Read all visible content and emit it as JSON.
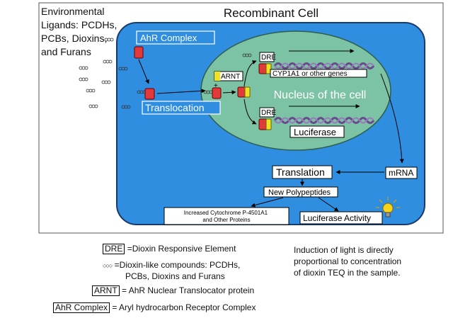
{
  "diagram": {
    "cell_title": "Recombinant Cell",
    "ligands_label": [
      "Environmental",
      "Ligands: PCDHs,",
      "PCBs, Dioxins,",
      "and Furans"
    ],
    "ahr_complex": "AhR Complex",
    "translocation": "Translocation",
    "arnt": "ARNT",
    "dre": "DRE",
    "nucleus_label": "Nucleus of the cell",
    "cyp_label": "CYP1A1 or other genes",
    "luciferase_gene": "Luciferase",
    "mrna": "mRNA",
    "translation": "Translation",
    "new_polypeptides": "New Polypeptides",
    "cytochrome": [
      "Increased Cytochrome P-4501A1",
      "and Other Proteins"
    ],
    "luciferase_activity": "Luciferase Activity",
    "colors": {
      "cell_fill": "#2f8ee0",
      "nucleus_fill": "#7cc2a4",
      "protein_red": "#e23a3a",
      "arnt_yellow": "#f2e022",
      "dna": "#6a4a8c"
    }
  },
  "legend": {
    "dre_key": "DRE",
    "dre_def": "=Dioxin Responsive Element",
    "ccc_key": "○○○",
    "ccc_def": [
      "=Dioxin-like compounds: PCDHs,",
      "PCBs, Dioxins and Furans"
    ],
    "arnt_key": "ARNT",
    "arnt_def": "= AhR Nuclear Translocator protein",
    "ahr_key": "AhR Complex",
    "ahr_def": "= Aryl hydrocarbon Receptor Complex",
    "note": [
      "Induction of light is directly",
      "proportional to concentration",
      "of dioxin TEQ in the sample."
    ]
  }
}
